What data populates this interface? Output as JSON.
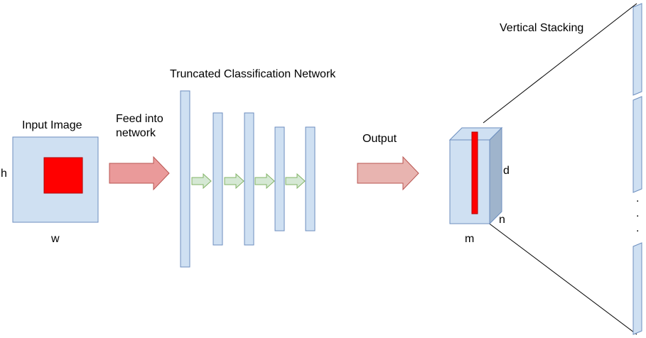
{
  "labels": {
    "input_image": "Input Image",
    "h": "h",
    "w": "w",
    "feed_line1": "Feed into",
    "feed_line2": "network",
    "network_title": "Truncated Classification Network",
    "output": "Output",
    "d": "d",
    "n": "n",
    "m": "m",
    "vertical_stacking": "Vertical Stacking",
    "ellipsis_dots": [
      ".",
      ".",
      "."
    ]
  },
  "colors": {
    "layer_fill": "#cfe0f2",
    "layer_stroke": "#6c8ebf",
    "red_fill": "#ff0000",
    "red_stroke": "#b20000",
    "feed_arrow_fill": "#ea9a9a",
    "output_arrow_fill": "#e8b4b0",
    "arrow_stroke": "#b85450",
    "small_arrow_fill": "#d5e8d4",
    "small_arrow_stroke": "#82b366",
    "block_side": "#9fb4cc",
    "line": "#000000"
  }
}
